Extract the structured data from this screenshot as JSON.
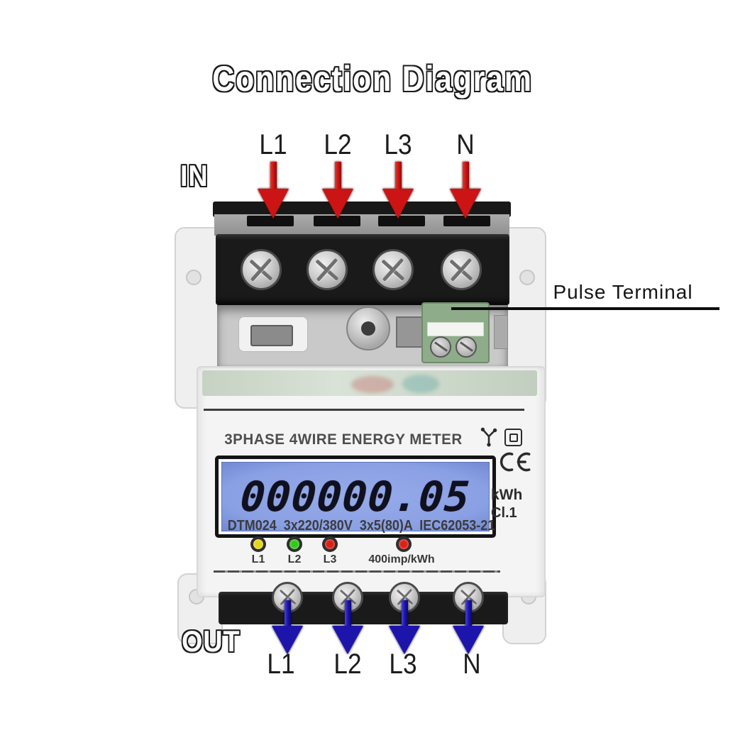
{
  "title": "Connection Diagram",
  "flow": {
    "in_label": "IN",
    "out_label": "OUT",
    "in_phases": [
      "L1",
      "L2",
      "L3",
      "N"
    ],
    "out_phases": [
      "L1",
      "L2",
      "L3",
      "N"
    ]
  },
  "callout": {
    "pulse_terminal_label": "Pulse Terminal"
  },
  "meter": {
    "header": "3PHASE 4WIRE ENERGY METER",
    "display_value": "000000.05",
    "display_unit": "kWh",
    "accuracy_class": "Cl.1",
    "spec_line": "DTM024  3x220/380V  3x5(80)A  IEC62053-21",
    "led_labels": [
      "L1",
      "L2",
      "L3"
    ],
    "pulse_rate_label": "400imp/kWh",
    "ce_mark": "CE",
    "icons": [
      "phase-network-icon",
      "double-insulation-icon",
      "ce-mark-icon"
    ]
  },
  "colors": {
    "in_arrow": "#cc1414",
    "out_arrow": "#1d14ac",
    "lcd_bg": "#8aa0e4",
    "pulse_terminal": "#8fac8a",
    "led_l1": "#e3d51f",
    "led_l2": "#35c71d",
    "led_l3": "#dd1f14",
    "led_pulse": "#dd1f14"
  }
}
